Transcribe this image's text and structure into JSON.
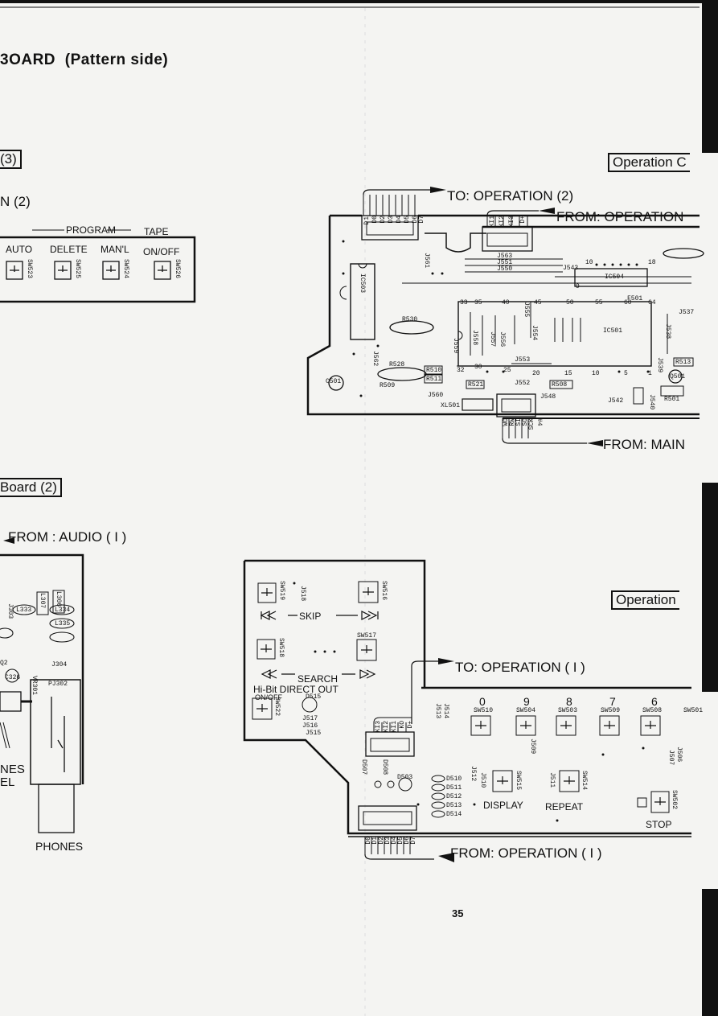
{
  "header": {
    "title": "3OARD",
    "subtitle": "(Pattern side)"
  },
  "left_labels": {
    "ref3": "(3)",
    "on2": "N (2)",
    "program": "PROGRAM",
    "tape": "TAPE",
    "buttons": [
      "AUTO",
      "DELETE",
      "MAN'L",
      "ON/OFF"
    ],
    "switches": [
      "SW523",
      "SW525",
      "SW524",
      "SW526"
    ],
    "board2": "Board (2)",
    "from_audio": "FROM : AUDIO ( I )",
    "phones": "PHONES",
    "nes": "NES",
    "el": "EL",
    "parts": [
      "L306",
      "L307",
      "J303",
      "L333",
      "L334",
      "L335",
      "J304",
      "C326",
      "Q2",
      "VR301",
      "PJ302"
    ]
  },
  "upper_board": {
    "tag": "Operation C",
    "to_op2": "TO: OPERATION (2)",
    "from_op": "FROM: OPERATION",
    "from_main": "FROM: MAIN",
    "ics": [
      "IC503",
      "IC504",
      "IC501"
    ],
    "parts": [
      "J561",
      "J563",
      "J551",
      "J550",
      "J543",
      "F501",
      "R530",
      "J559",
      "J558",
      "J556",
      "J557",
      "J555",
      "J554",
      "J553",
      "J552",
      "R528",
      "R510",
      "R511",
      "R509",
      "R521",
      "R508",
      "J560",
      "XL501",
      "J548",
      "J542",
      "R501",
      "J537",
      "J538",
      "R513",
      "Q501",
      "J539",
      "J562",
      "C501",
      "J540"
    ],
    "pins_top": [
      "D1",
      "D0",
      "D2",
      "D3",
      "D4",
      "D5",
      "D6",
      "D7"
    ],
    "pins_mid": [
      "KI1",
      "KI2",
      "KI3",
      "D+"
    ],
    "pins_bot": [
      "SCK",
      "SO",
      "SI",
      "RW",
      "WO"
    ],
    "pin_nums": [
      "33",
      "35",
      "40",
      "45",
      "50",
      "55",
      "60",
      "64",
      "32",
      "30",
      "25",
      "20",
      "15",
      "10",
      "5",
      "1",
      "9",
      "10",
      "18"
    ],
    "misc": "#4"
  },
  "lower_board": {
    "tag": "Operation",
    "to_op1": "TO: OPERATION ( I )",
    "from_op1": "FROM: OPERATION ( I )",
    "skip": "SKIP",
    "search": "SEARCH",
    "hibit": "Hi-Bit DIRECT OUT",
    "onoff": "ON/OFF",
    "display": "DISPLAY",
    "repeat": "REPEAT",
    "stop": "STOP",
    "digits": [
      "0",
      "9",
      "8",
      "7",
      "6"
    ],
    "switches": [
      "SW519",
      "SW516",
      "SW518",
      "SW517",
      "SW522",
      "SW510",
      "SW504",
      "SW503",
      "SW509",
      "SW508",
      "SW515",
      "SW514",
      "SW502",
      "SW501"
    ],
    "parts": [
      "J518",
      "D515",
      "J517",
      "J516",
      "J515",
      "J513",
      "J514",
      "J509",
      "D503",
      "D507",
      "D508",
      "D510",
      "D511",
      "D512",
      "D513",
      "D514",
      "J512",
      "J510",
      "J511",
      "J506",
      "J507"
    ],
    "pins_top": [
      "KI3",
      "KI2",
      "KI1",
      "KO",
      "D+"
    ],
    "pins_bot": [
      "D7",
      "D6",
      "D5",
      "D4",
      "D3",
      "D2",
      "D1",
      "D0"
    ]
  },
  "page_number": "35"
}
